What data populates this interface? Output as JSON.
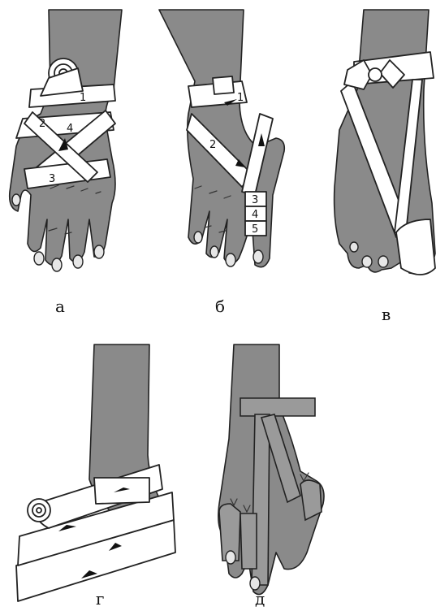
{
  "panels": [
    {
      "id": "a",
      "caption": "а",
      "turn_numbers": [
        "1",
        "2",
        "3",
        "4"
      ]
    },
    {
      "id": "b",
      "caption": "б",
      "turn_numbers": [
        "1",
        "2",
        "3",
        "4",
        "5"
      ]
    },
    {
      "id": "v",
      "caption": "в"
    },
    {
      "id": "g",
      "caption": "г"
    },
    {
      "id": "d",
      "caption": "д"
    }
  ]
}
